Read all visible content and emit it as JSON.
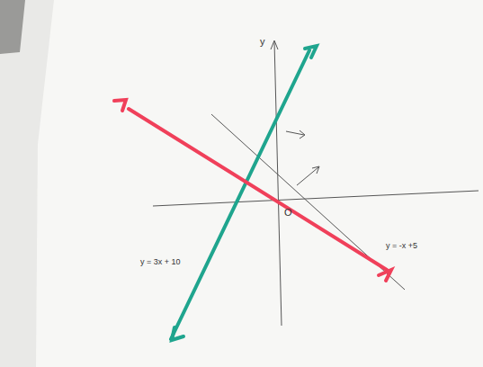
{
  "diagram": {
    "labels": [
      "y",
      "O",
      "y = 3x + 10",
      "y = -x +5"
    ]
  }
}
